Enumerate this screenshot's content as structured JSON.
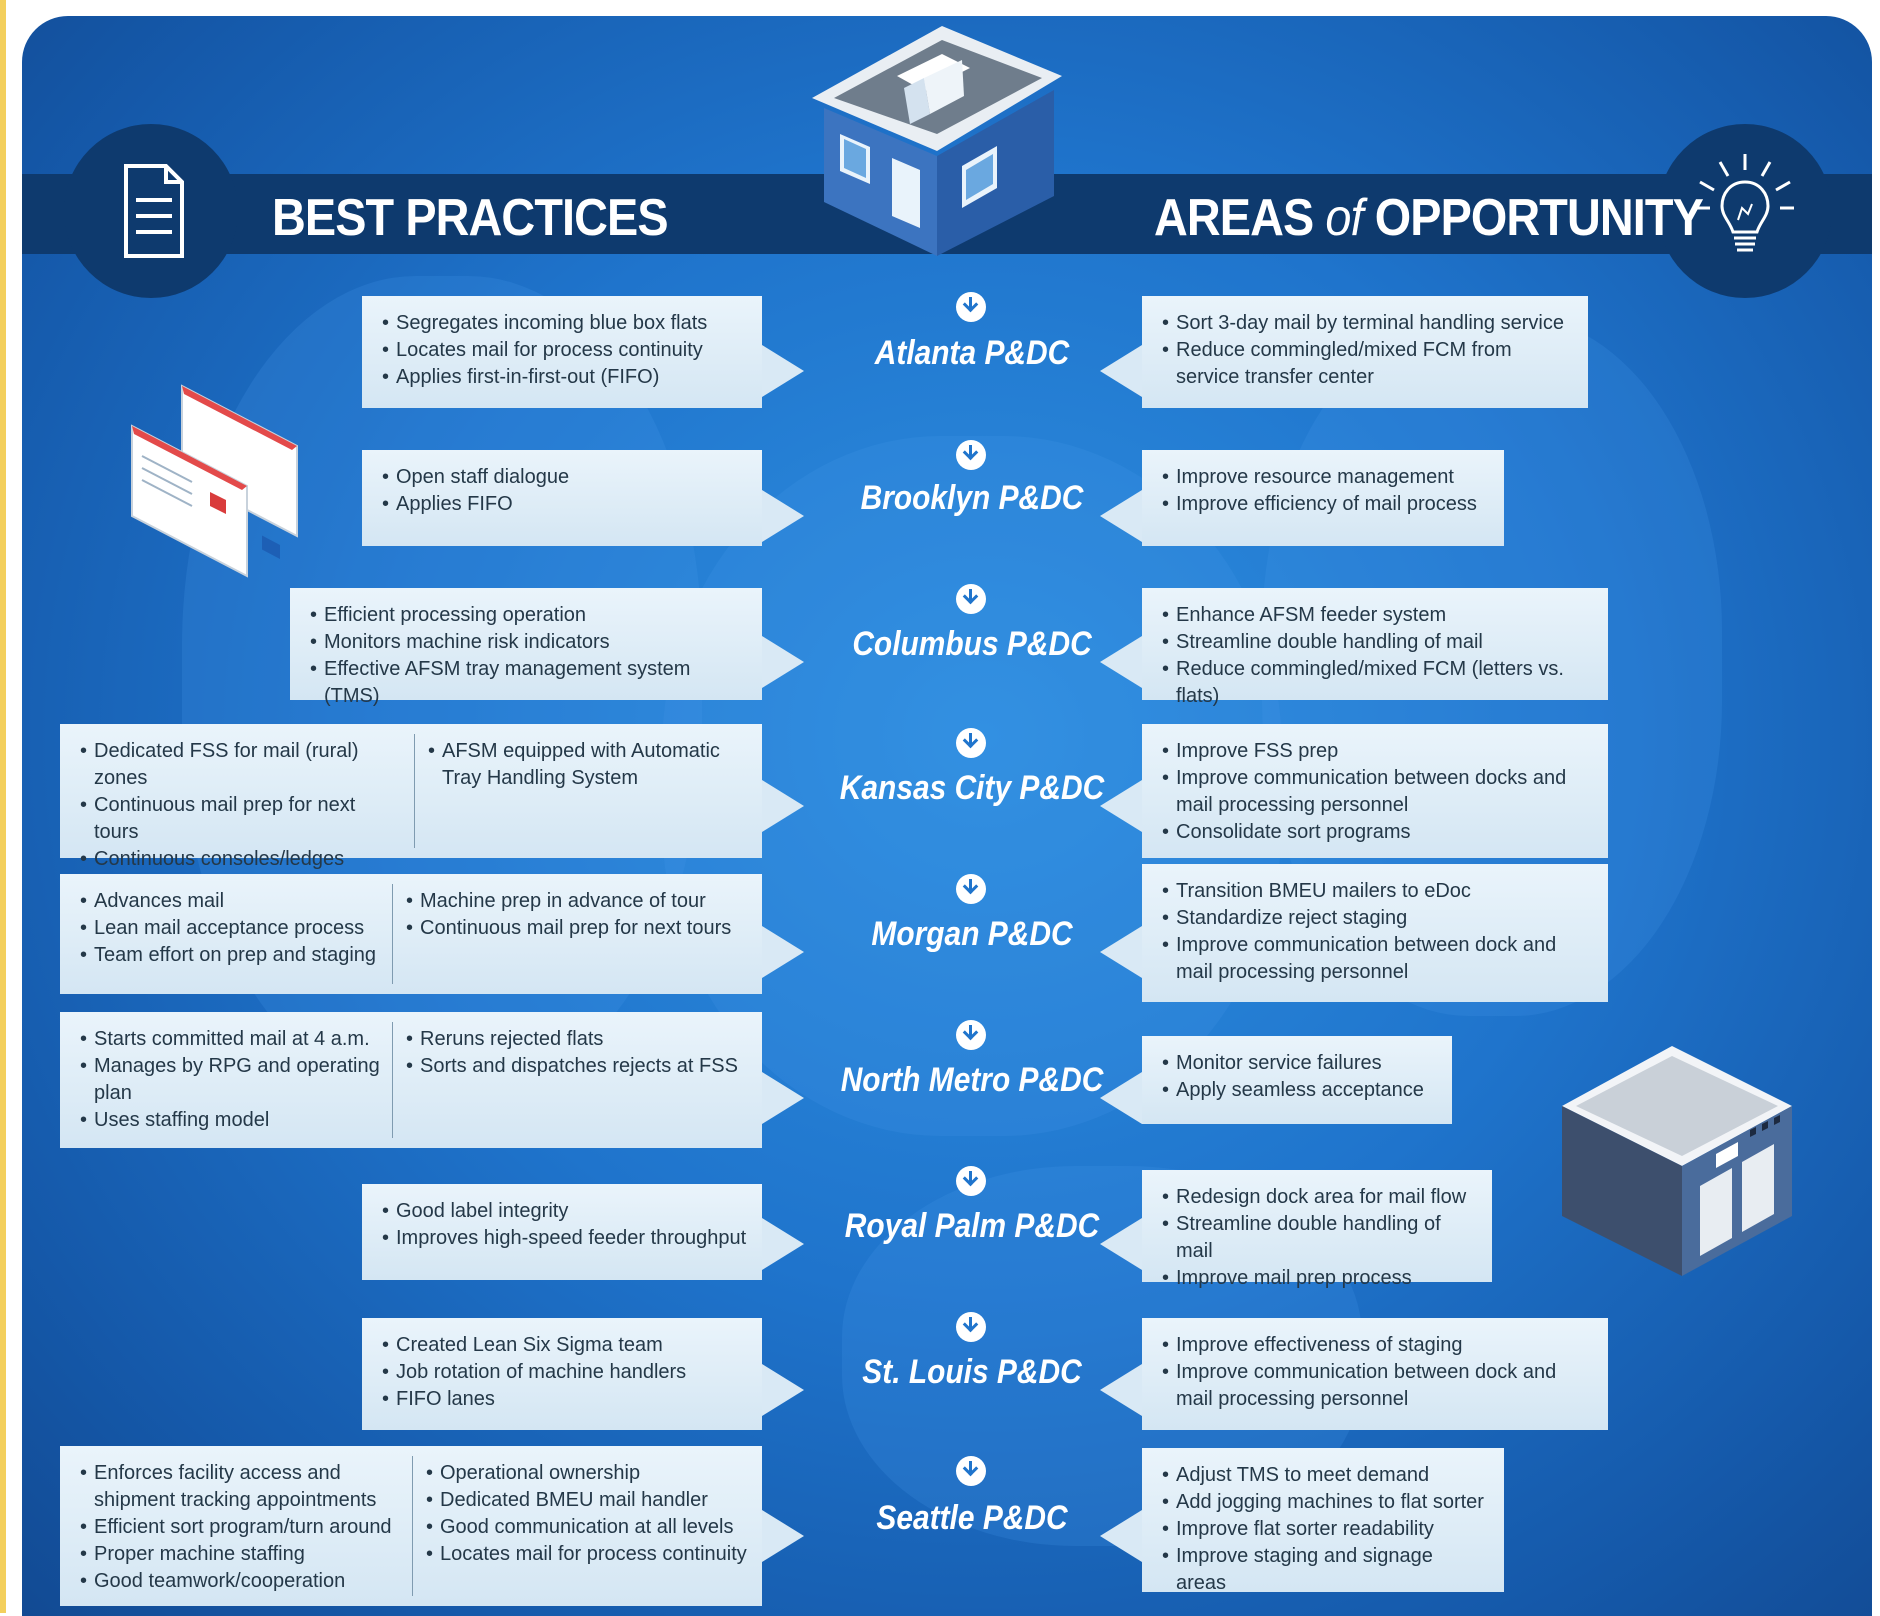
{
  "header": {
    "left_title": "BEST PRACTICES",
    "right_title_pre": "AREAS ",
    "right_title_of": "of",
    "right_title_post": " OPPORTUNITY"
  },
  "icons": {
    "left": "document-icon",
    "right": "lightbulb-icon",
    "top": "post-office-building-icon",
    "envelopes": "envelopes-icon",
    "warehouse": "warehouse-icon"
  },
  "colors": {
    "accent": "#1f74cc",
    "band": "#0e3a6e",
    "box": "#dbeaf6"
  },
  "facilities": [
    {
      "name": "Atlanta P&DC",
      "best": [
        [
          "Segregates incoming blue box flats",
          "Locates mail for process continuity",
          "Applies first-in-first-out (FIFO)"
        ]
      ],
      "opportunity": [
        "Sort 3-day mail by terminal handling service",
        "Reduce commingled/mixed FCM from service transfer center"
      ]
    },
    {
      "name": "Brooklyn P&DC",
      "best": [
        [
          "Open staff dialogue",
          "Applies FIFO"
        ]
      ],
      "opportunity": [
        "Improve resource management",
        "Improve efficiency of mail process"
      ]
    },
    {
      "name": "Columbus P&DC",
      "best": [
        [
          "Efficient processing operation",
          "Monitors machine risk indicators",
          "Effective AFSM tray management system (TMS)"
        ]
      ],
      "opportunity": [
        "Enhance AFSM feeder system",
        "Streamline double handling of mail",
        "Reduce commingled/mixed FCM (letters vs. flats)"
      ]
    },
    {
      "name": "Kansas City P&DC",
      "best": [
        [
          "Dedicated FSS for mail (rural) zones",
          "Continuous mail prep for next tours",
          "Continuous consoles/ledges loading"
        ],
        [
          "AFSM equipped with Automatic Tray Handling System"
        ]
      ],
      "opportunity": [
        "Improve FSS prep",
        "Improve communication between docks and mail processing personnel",
        "Consolidate sort programs"
      ]
    },
    {
      "name": "Morgan P&DC",
      "best": [
        [
          "Advances mail",
          "Lean mail acceptance process",
          "Team effort on prep and staging"
        ],
        [
          "Machine prep in advance of tour",
          "Continuous mail prep for next tours"
        ]
      ],
      "opportunity": [
        "Transition BMEU mailers to eDoc",
        "Standardize reject staging",
        "Improve communication between dock and mail processing personnel"
      ]
    },
    {
      "name": "North Metro P&DC",
      "best": [
        [
          "Starts committed mail at 4 a.m.",
          "Manages by RPG and operating plan",
          "Uses staffing model"
        ],
        [
          "Reruns rejected flats",
          "Sorts and dispatches rejects at FSS"
        ]
      ],
      "opportunity": [
        "Monitor service failures",
        "Apply seamless acceptance"
      ]
    },
    {
      "name": "Royal Palm P&DC",
      "best": [
        [
          "Good label integrity",
          "Improves high-speed feeder throughput"
        ]
      ],
      "opportunity": [
        "Redesign dock area for mail flow",
        "Streamline double handling of mail",
        "Improve mail prep process"
      ]
    },
    {
      "name": "St. Louis P&DC",
      "best": [
        [
          "Created Lean Six Sigma team",
          "Job rotation of machine handlers",
          "FIFO lanes"
        ]
      ],
      "opportunity": [
        "Improve effectiveness of staging",
        "Improve communication between dock and mail processing personnel"
      ]
    },
    {
      "name": "Seattle P&DC",
      "best": [
        [
          "Enforces facility access and shipment tracking appointments",
          "Efficient sort program/turn around",
          "Proper machine staffing",
          "Good teamwork/cooperation"
        ],
        [
          "Operational ownership",
          "Dedicated BMEU mail handler",
          "Good communication at all levels",
          "Locates mail for process continuity"
        ]
      ],
      "opportunity": [
        "Adjust TMS to meet demand",
        "Add jogging machines to flat sorter",
        "Improve flat sorter readability",
        "Improve staging and signage areas"
      ]
    }
  ]
}
